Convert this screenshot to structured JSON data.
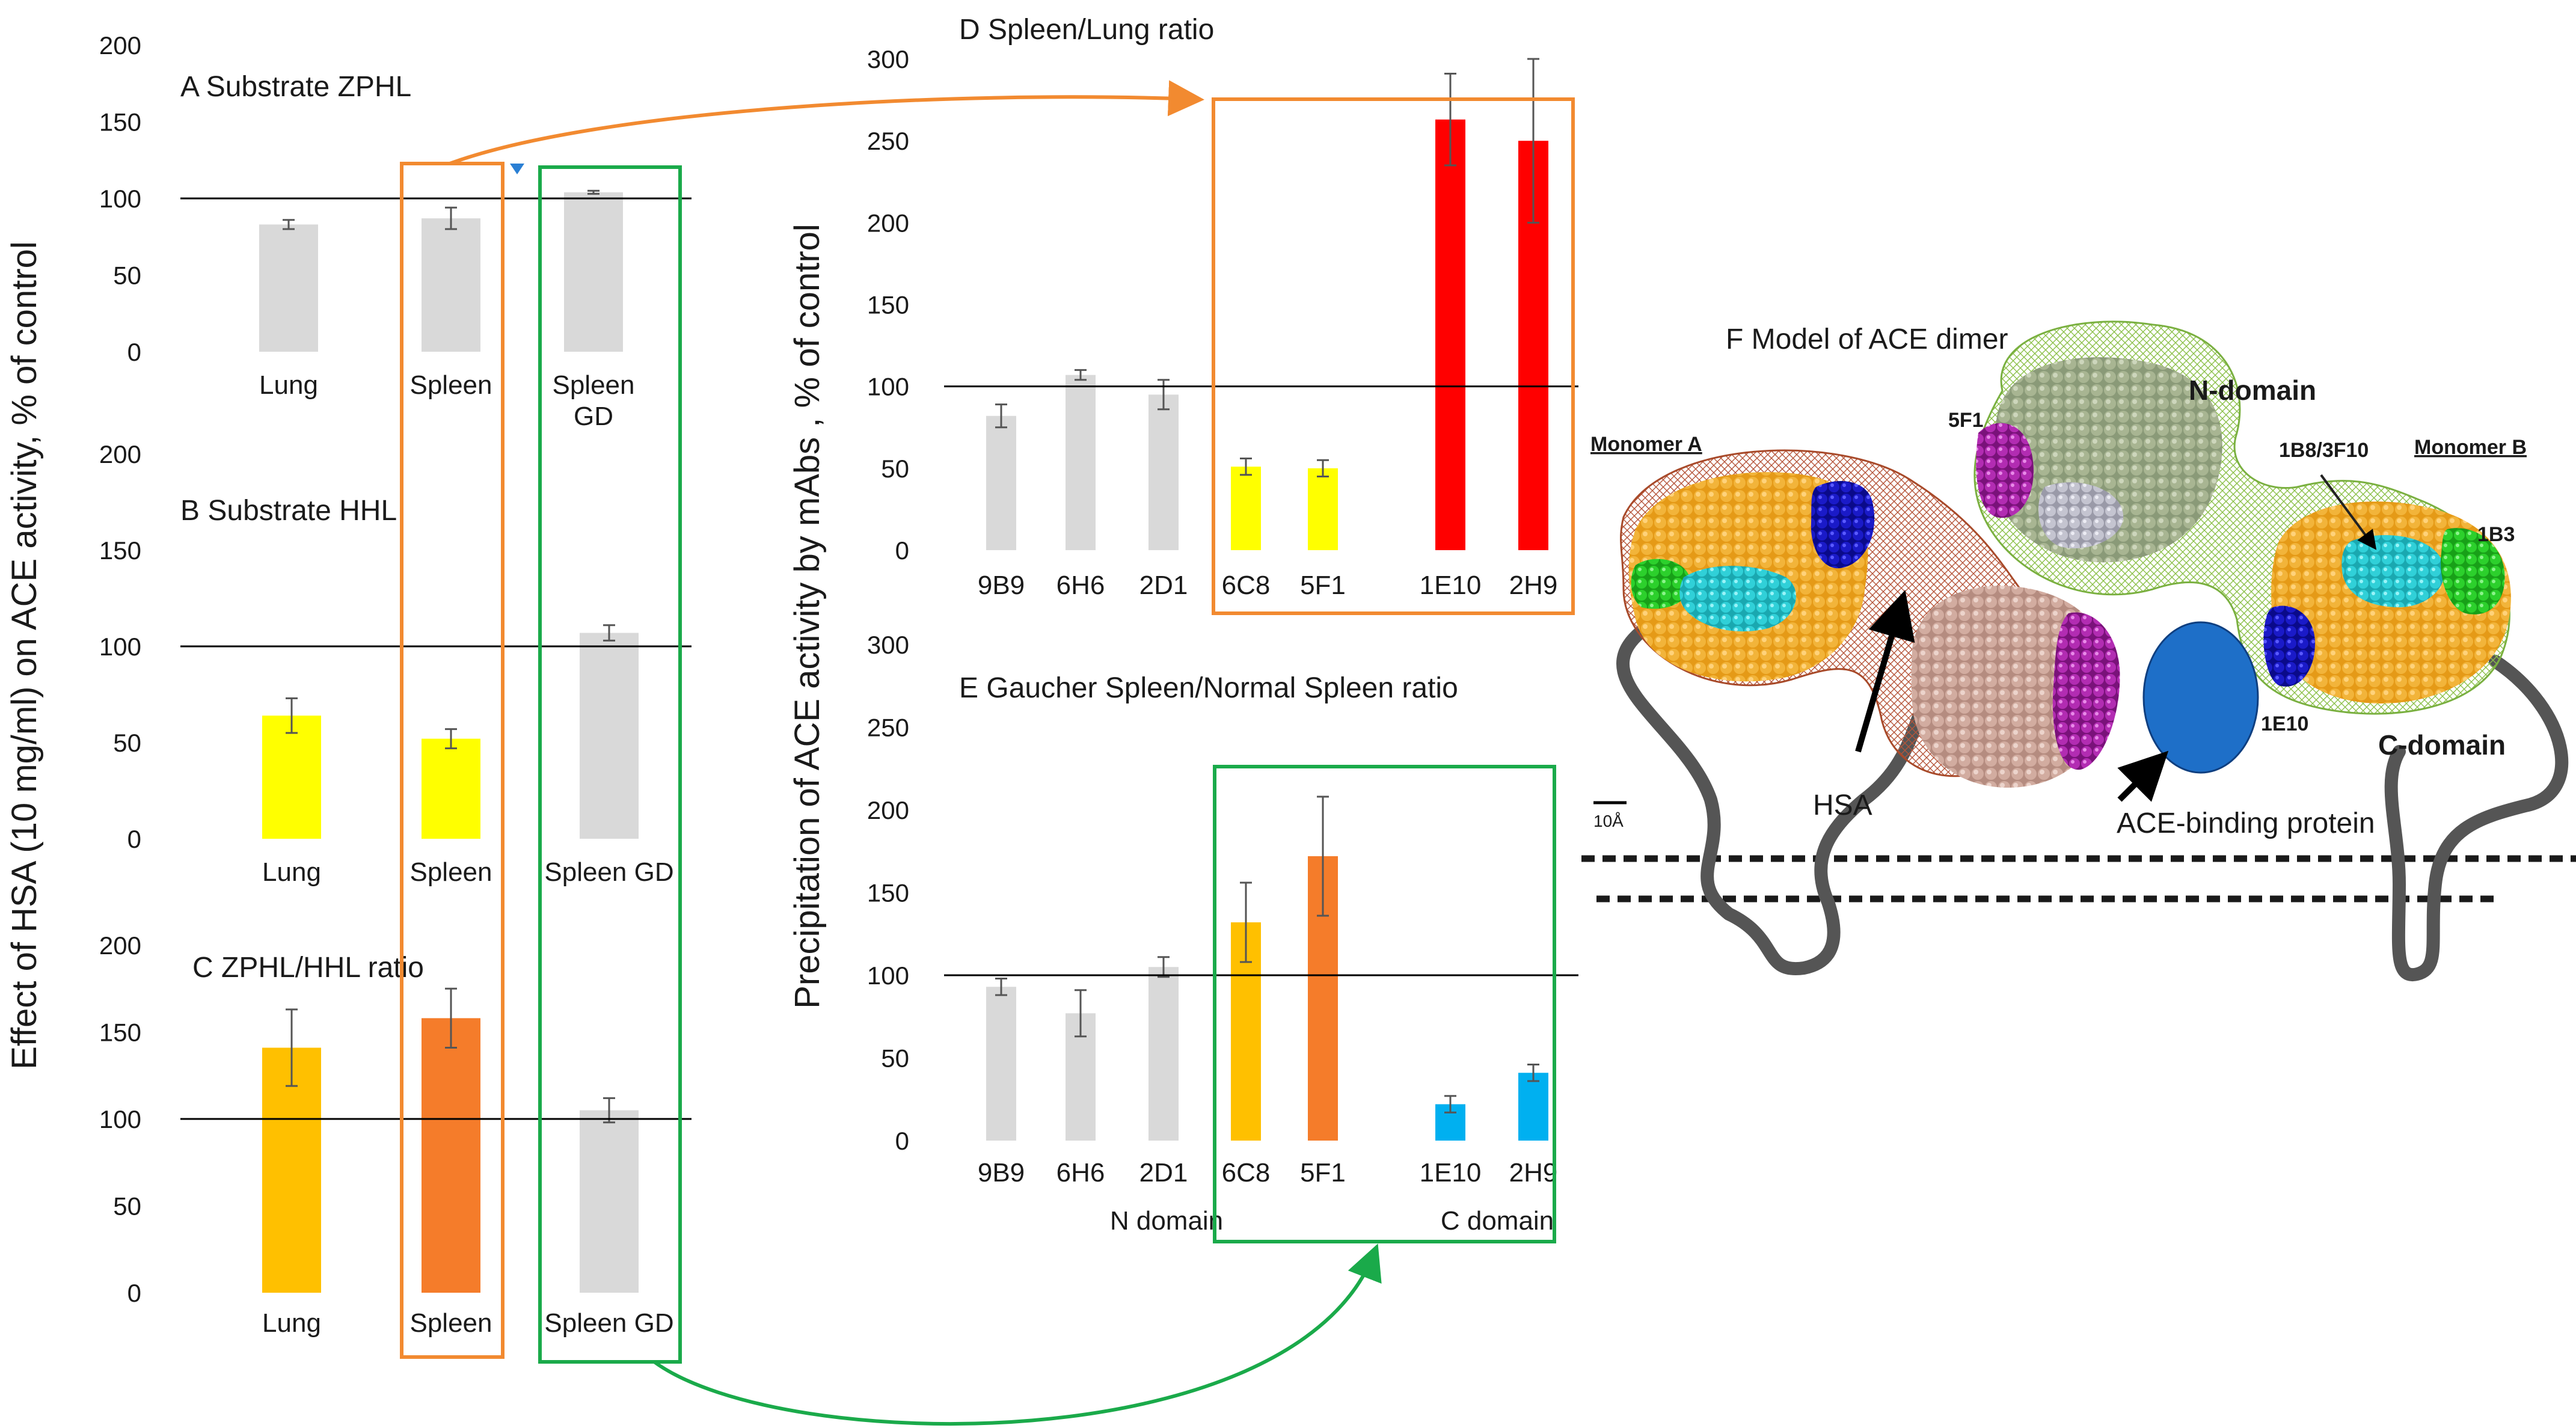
{
  "figure": {
    "ylabel_left": "Effect of HSA (10 mg/ml)  on ACE activity, % of control",
    "ylabel_mid": "Precipitation of ACE activity by mAbs , % of control"
  },
  "chart_data": [
    {
      "id": "A",
      "type": "bar",
      "title": "A     Substrate ZPHL",
      "categories": [
        "Lung",
        "Spleen",
        "Spleen GD"
      ],
      "values": [
        83,
        87,
        104
      ],
      "errors": [
        3,
        7,
        1
      ],
      "colors": [
        "#d9d9d9",
        "#d9d9d9",
        "#d9d9d9"
      ],
      "ylim": [
        0,
        200
      ],
      "yticks": [
        0,
        50,
        100,
        150,
        200
      ],
      "reference_line": 100
    },
    {
      "id": "B",
      "type": "bar",
      "title": "B     Substrate HHL",
      "categories": [
        "Lung",
        "Spleen",
        "Spleen GD"
      ],
      "values": [
        64,
        52,
        107
      ],
      "errors": [
        9,
        5,
        4
      ],
      "colors": [
        "#ffff00",
        "#ffff00",
        "#d9d9d9"
      ],
      "ylim": [
        0,
        200
      ],
      "yticks": [
        0,
        50,
        100,
        150,
        200
      ],
      "reference_line": 100
    },
    {
      "id": "C",
      "type": "bar",
      "title": "C     ZPHL/HHL ratio",
      "categories": [
        "Lung",
        "Spleen",
        "Spleen GD"
      ],
      "values": [
        141,
        158,
        105
      ],
      "errors": [
        22,
        17,
        7
      ],
      "colors": [
        "#ffc000",
        "#f57c2a",
        "#d9d9d9"
      ],
      "ylim": [
        0,
        200
      ],
      "yticks": [
        0,
        50,
        100,
        150,
        200
      ],
      "reference_line": 100
    },
    {
      "id": "D",
      "type": "bar",
      "title": "D    Spleen/Lung ratio",
      "categories": [
        "9B9",
        "6H6",
        "2D1",
        "6C8",
        "5F1",
        "1E10",
        "2H9"
      ],
      "values": [
        82,
        107,
        95,
        51,
        50,
        263,
        250
      ],
      "errors": [
        7,
        3,
        9,
        5,
        5,
        28,
        50
      ],
      "colors": [
        "#d9d9d9",
        "#d9d9d9",
        "#d9d9d9",
        "#ffff00",
        "#ffff00",
        "#ff0000",
        "#ff0000"
      ],
      "ylim": [
        0,
        300
      ],
      "yticks": [
        0,
        50,
        100,
        150,
        200,
        250,
        300
      ],
      "reference_line": 100
    },
    {
      "id": "E",
      "type": "bar",
      "title": "E    Gaucher Spleen/Normal  Spleen ratio",
      "categories": [
        "9B9",
        "6H6",
        "2D1",
        "6C8",
        "5F1",
        "1E10",
        "2H9"
      ],
      "values": [
        93,
        77,
        105,
        132,
        172,
        22,
        41
      ],
      "errors": [
        5,
        14,
        6,
        24,
        36,
        5,
        5
      ],
      "colors": [
        "#d9d9d9",
        "#d9d9d9",
        "#d9d9d9",
        "#ffc000",
        "#f57c2a",
        "#00b0f0",
        "#00b0f0"
      ],
      "ylim": [
        0,
        300
      ],
      "yticks": [
        0,
        50,
        100,
        150,
        200,
        250,
        300
      ],
      "reference_line": 100,
      "group_labels": [
        "N domain",
        "C domain"
      ]
    }
  ],
  "model": {
    "title": "F  Model of ACE dimer",
    "monomer_a": "Monomer A",
    "monomer_b": "Monomer B",
    "n_domain": "N-domain",
    "c_domain": "C-domain",
    "lbl_5f1": "5F1",
    "lbl_1b8": "1B8/3F10",
    "lbl_1b3": "1B3",
    "lbl_1e10": "1E10",
    "hsa": "HSA",
    "abp": "ACE-binding protein",
    "scale": "10Å",
    "colors": {
      "monomer_a": "#c00000",
      "monomer_b": "#00a000",
      "n_domain": "#666666",
      "c_domain": "#e59400",
      "lbl_5f1": "#a020c0",
      "lbl_1b8": "#00c8e0",
      "lbl_1b3": "#20e020",
      "lbl_1e10": "#1a1aa0",
      "abp_fill": "#1e6fc8"
    }
  }
}
